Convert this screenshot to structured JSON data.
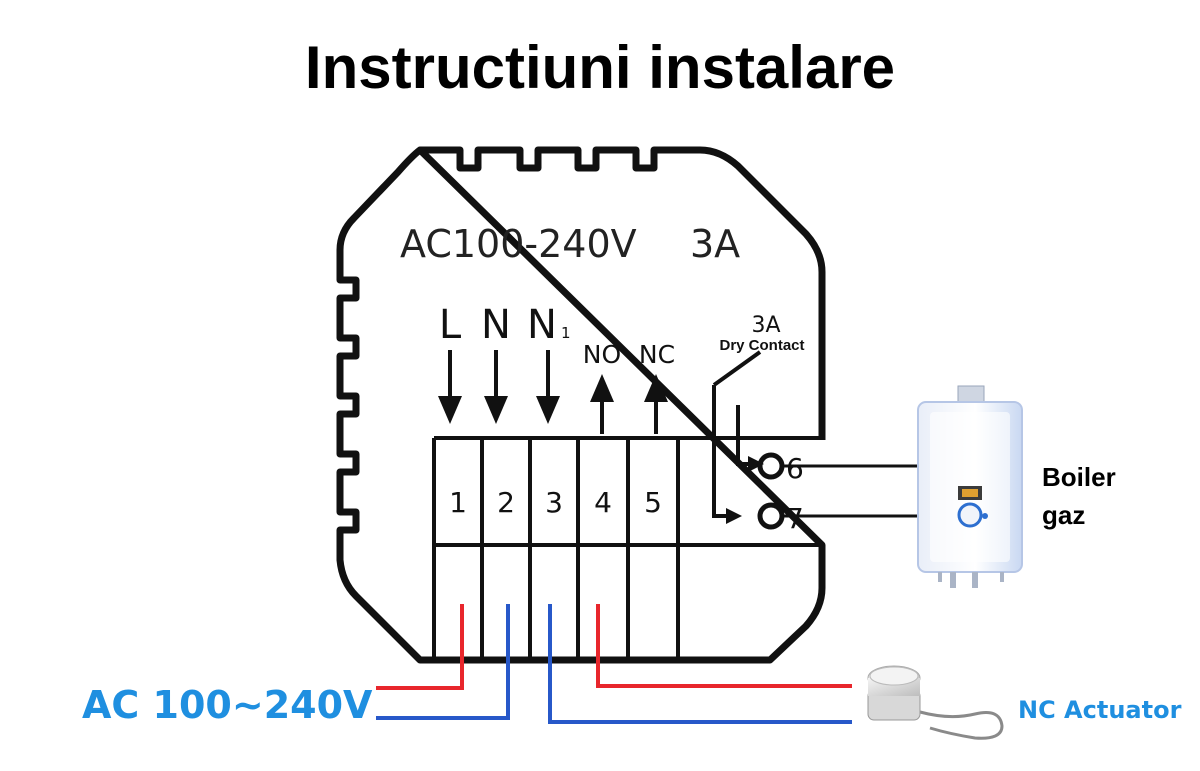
{
  "title": "Instructiuni instalare",
  "device": {
    "rating": "AC100-240V",
    "current": "3A",
    "inputs": {
      "L": "L",
      "N": "N",
      "N1_main": "N",
      "N1_sub": "1",
      "NO": "NO",
      "NC": "NC"
    },
    "dry_contact": {
      "current": "3A",
      "label": "Dry Contact"
    },
    "terminal_numbers": [
      "1",
      "2",
      "3",
      "4",
      "5"
    ],
    "contact_numbers": [
      "6",
      "7"
    ]
  },
  "boiler_label": [
    "Boiler",
    "gaz"
  ],
  "supply_label": "AC 100~240V",
  "actuator_label": "NC Actuator",
  "colors": {
    "live_wire": "#e8262c",
    "neutral_wire": "#2758c9",
    "label_blue": "#1f8fe0",
    "outline": "#111111"
  }
}
